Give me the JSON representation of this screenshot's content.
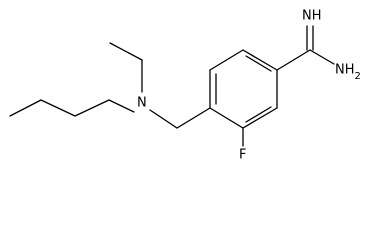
{
  "structure": {
    "atoms": {
      "imine": "NH",
      "amine": "NH2",
      "nitrogen": "N",
      "fluorine": "F"
    }
  },
  "colors": {
    "bond": "#000000",
    "background": "#ffffff"
  }
}
